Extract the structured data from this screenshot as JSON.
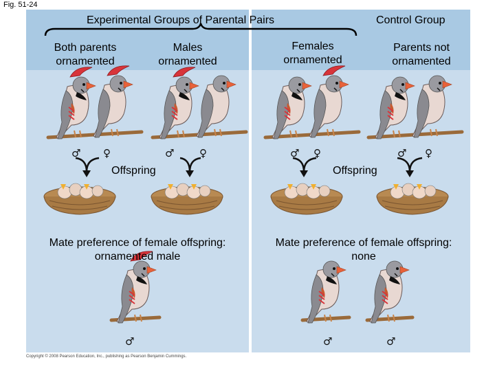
{
  "figure_label": "Fig. 51-24",
  "header": {
    "experimental_title": "Experimental Groups of Parental Pairs",
    "control_title": "Control Group",
    "groups": [
      {
        "line1": "Both parents",
        "line2": "ornamented"
      },
      {
        "line1": "Males",
        "line2": "ornamented"
      },
      {
        "line1": "Females",
        "line2": "ornamented"
      },
      {
        "line1": "Parents not",
        "line2": "ornamented"
      }
    ]
  },
  "offspring_label_left": "Offspring",
  "offspring_label_right": "Offspring",
  "mate_preference": {
    "left": {
      "line1": "Mate preference of female offspring:",
      "line2": "ornamented male"
    },
    "right": {
      "line1": "Mate preference of female offspring:",
      "line2": "none"
    }
  },
  "symbols": {
    "male": "♂",
    "female": "♀"
  },
  "copyright": "Copyright © 2008 Pearson Education, Inc., publishing as Pearson Benjamin Cummings.",
  "colors": {
    "panel": "#c9dced",
    "band": "#a9c9e3",
    "bird_body": "#e8d8d2",
    "bird_wing": "#8a8a90",
    "beak": "#e8623a",
    "ornament": "#d8343a",
    "branch": "#9a6a3a",
    "nest": "#b88a52"
  }
}
